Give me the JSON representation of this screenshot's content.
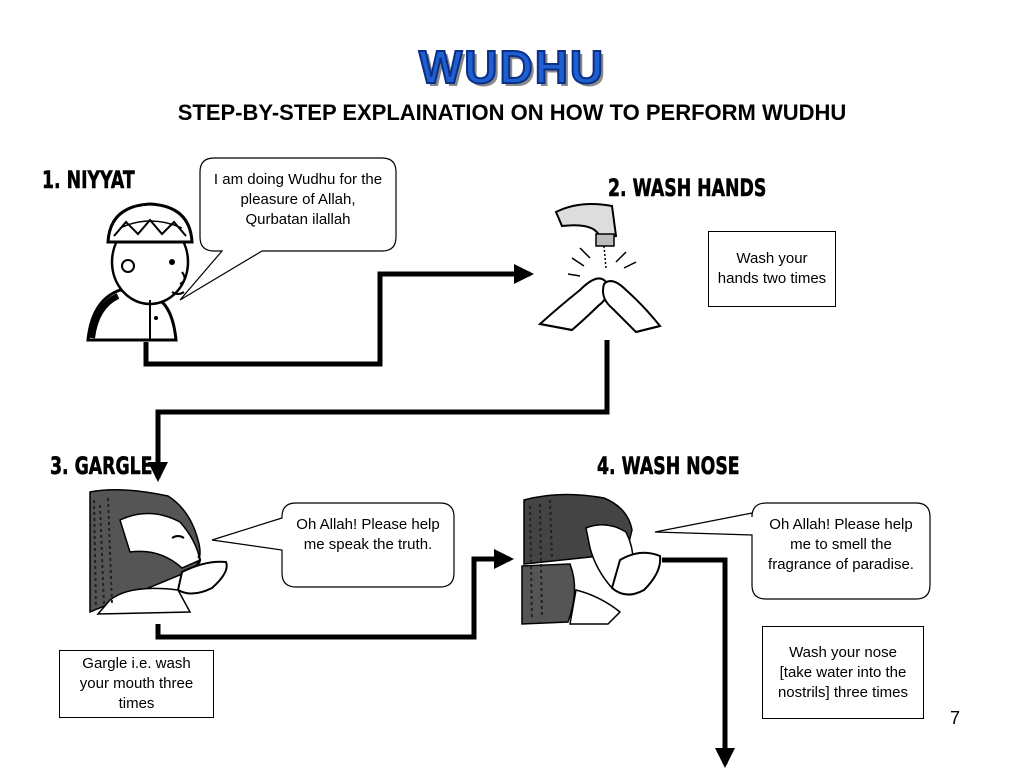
{
  "header": {
    "title": "WUDHU",
    "subtitle": "STEP-BY-STEP EXPLAINATION ON HOW TO PERFORM WUDHU"
  },
  "steps": [
    {
      "heading": "1. NIYYAT",
      "bubble": "I am doing Wudhu for the pleasure of Allah, Qurbatan ilallah"
    },
    {
      "heading": "2. WASH HANDS",
      "box": "Wash your hands two times"
    },
    {
      "heading": "3. GARGLE",
      "bubble": "Oh Allah! Please help me speak the truth.",
      "box": "Gargle i.e. wash your mouth three times"
    },
    {
      "heading": "4. WASH NOSE",
      "bubble": "Oh Allah! Please help me to smell the fragrance of paradise.",
      "box": "Wash your nose [take water into the nostrils] three times"
    }
  ],
  "page_number": "7",
  "colors": {
    "title_fill": "#1f5fd0",
    "title_outline": "#0b2f86",
    "text": "#000000"
  }
}
